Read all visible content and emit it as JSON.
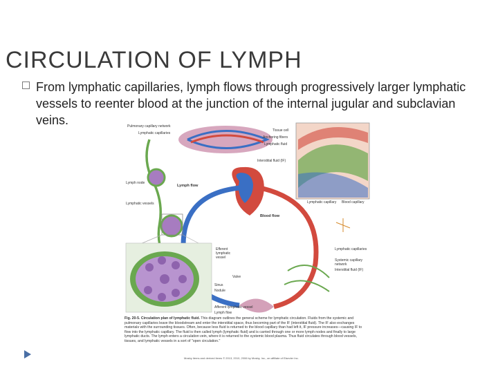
{
  "slide": {
    "title": "CIRCULATION OF LYMPH",
    "bullet_text": "From lymphatic capillaries, lymph flows through progressively larger lymphatic vessels to reenter blood at the junction of the internal jugular and subclavian veins."
  },
  "figure": {
    "labels": {
      "pulmonary_capillary_network": "Pulmonary capillary network",
      "lymphatic_capillaries_top": "Lymphatic capillaries",
      "lymph_node": "Lymph node",
      "lymph_flow": "Lymph flow",
      "lymphatic_vessels": "Lymphatic vessels",
      "blood_flow": "Blood flow",
      "tissue_cell": "Tissue cell",
      "anchoring_fibers": "Anchoring fibers",
      "lymphatic_fluid": "Lymphatic fluid",
      "interstitial_fluid": "Interstitial fluid (IF)",
      "lymphatic_capillary": "Lymphatic capillary",
      "blood_capillary": "Blood capillary",
      "lymphatic_capillaries_right": "Lymphatic capillaries",
      "systemic_capillary_network": "Systemic capillary network",
      "interstitial_fluid_short": "Interstitial fluid (IF)",
      "efferent_vessel": "Efferent lymphatic vessel",
      "valve": "Valve",
      "sinus": "Sinus",
      "nodule": "Nodule",
      "afferent_vessel": "Afferent lymphatic vessel",
      "lymph_flow_small": "Lymph flow"
    },
    "caption_lead": "Fig. 20-5. Circulation plan of lymphatic fluid.",
    "caption_body": " This diagram outlines the general scheme for lymphatic circulation. Fluids from the systemic and pulmonary capillaries leave the bloodstream and enter the interstitial space, thus becoming part of the IF (interstitial fluid). The IF also exchanges materials with the surrounding tissues. Often, because less fluid is returned to the blood capillary than had left it, IF pressure increases—causing IF to flow into the lymphatic capillary. The fluid is then called lymph (lymphatic fluid) and is carried through one or more lymph nodes and finally to large lymphatic ducts. The lymph enters a circulation vein, where it is returned to the systemic blood plasma. Thus fluid circulates through blood vessels, tissues, and lymphatic vessels in a sort of \"open circulation.\"",
    "credit": "Mosby items and derived items © 2013, 2010, 2006 by Mosby, Inc., an affiliate of Elsevier Inc."
  },
  "colors": {
    "vein_blue": "#3a6fc4",
    "artery_red": "#d24a3e",
    "lymph_green": "#6aa84f",
    "node_purple": "#a77cc0"
  },
  "icons": {
    "bullet": "square-bullet-icon",
    "nav": "slide-nav-arrow-icon"
  }
}
